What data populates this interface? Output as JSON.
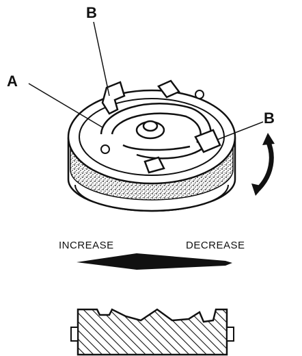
{
  "callouts": {
    "top_b": "B",
    "left_a": "A",
    "right_b": "B"
  },
  "captions": {
    "increase": "INCREASE",
    "decrease": "DECREASE"
  },
  "colors": {
    "ink": "#111111",
    "paper": "#ffffff"
  }
}
